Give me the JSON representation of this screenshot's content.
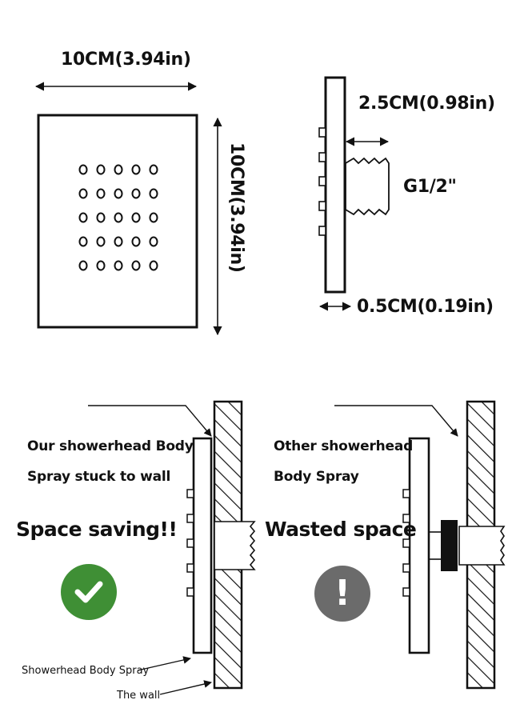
{
  "dimensions": {
    "width": "10CM(3.94in)",
    "height": "10CM(3.94in)",
    "depth": "2.5CM(0.98in)",
    "thread": "G1/2\"",
    "thickness": "0.5CM(0.19in)"
  },
  "comparison": {
    "ours": {
      "line1": "Our showerhead Body",
      "line2": "Spray stuck to wall",
      "headline": "Space saving!!",
      "badge_icon": "checkmark-icon",
      "badge_color": "#3f8f35"
    },
    "other": {
      "line1": "Other showerhead",
      "line2": "Body Spray",
      "headline": "Wasted space",
      "badge_icon": "exclamation-icon",
      "badge_glyph": "!",
      "badge_color": "#6b6b6b"
    },
    "callouts": {
      "body_spray": "Showerhead Body Spray",
      "wall": "The wall"
    }
  }
}
